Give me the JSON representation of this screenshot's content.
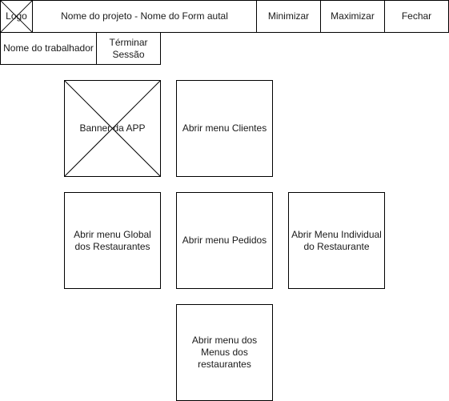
{
  "header": {
    "logo": "Logo",
    "title": "Nome do projeto - Nome do Form autal",
    "minimize": "Minimizar",
    "maximize": "Maximizar",
    "close": "Fechar"
  },
  "subheader": {
    "worker_name": "Nome do trabalhador",
    "end_session": "Términar\nSessão"
  },
  "tiles": {
    "banner": "Banner da APP",
    "clients": "Abrir menu Clientes",
    "global_restaurants": "Abrir menu Global\ndos Restaurantes",
    "orders": "Abrir menu Pedidos",
    "individual_restaurant": "Abrir Menu Individual\ndo Restaurante",
    "restaurant_menus": "Abrir menu dos\nMenus dos\nrestaurantes"
  }
}
